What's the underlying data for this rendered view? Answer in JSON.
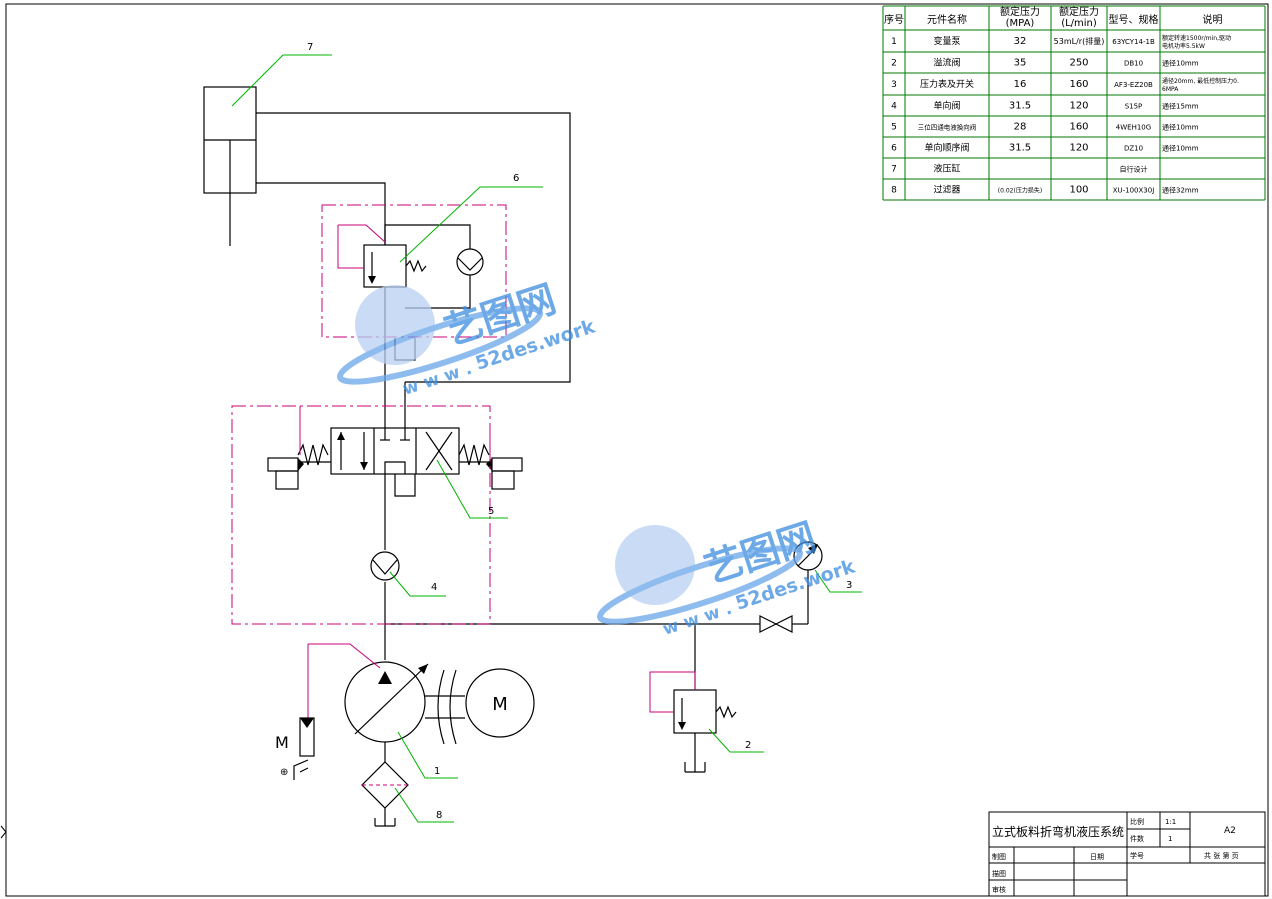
{
  "bom": {
    "headers": [
      "序号",
      "元件名称",
      "额定压力\n(MPA)",
      "额定压力\n(L/min)",
      "型号、规格",
      "说明"
    ],
    "rows": [
      [
        "1",
        "变量泵",
        "32",
        "53mL/r(排量)",
        "63YCY14-1B",
        "额定转速1500r/min,驱动电机功率5.5kW"
      ],
      [
        "2",
        "溢流阀",
        "35",
        "250",
        "DB10",
        "通径10mm"
      ],
      [
        "3",
        "压力表及开关",
        "16",
        "160",
        "AF3-EZ20B",
        "通径20mm, 最低控制压力0.6MPA"
      ],
      [
        "4",
        "单向阀",
        "31.5",
        "120",
        "S15P",
        "通径15mm"
      ],
      [
        "5",
        "三位四通电液换向阀",
        "28",
        "160",
        "4WEH10G",
        "通径10mm"
      ],
      [
        "6",
        "单向顺序阀",
        "31.5",
        "120",
        "DZ10",
        "通径10mm"
      ],
      [
        "7",
        "液压缸",
        "",
        "",
        "自行设计",
        ""
      ],
      [
        "8",
        "过滤器",
        "(0.02(压力损失)",
        "100",
        "XU-100X30J",
        "通径32mm"
      ]
    ]
  },
  "title_block": {
    "drawing_title": "立式板料折弯机液压系统",
    "scale_label": "比例",
    "scale_value": "1:1",
    "qty_label": "件数",
    "qty_value": "1",
    "sheet_size": "A2",
    "draw_no_label": "学号",
    "pages_text": "共 张 第 页",
    "drawn_label": "制图",
    "date_label": "日期",
    "traced_label": "描图",
    "checked_label": "审核"
  },
  "callouts": [
    "1",
    "2",
    "3",
    "4",
    "5",
    "6",
    "7",
    "8"
  ],
  "motor_label": "M",
  "electric_motor_label": "M",
  "watermark": {
    "brand": "艺图网",
    "url": "52des.work",
    "url_prefix": "w w w ."
  },
  "colors": {
    "leader": "#00b400",
    "control_line": "#c8007a",
    "table_line": "#007a00",
    "watermark": "#3d8de0"
  }
}
